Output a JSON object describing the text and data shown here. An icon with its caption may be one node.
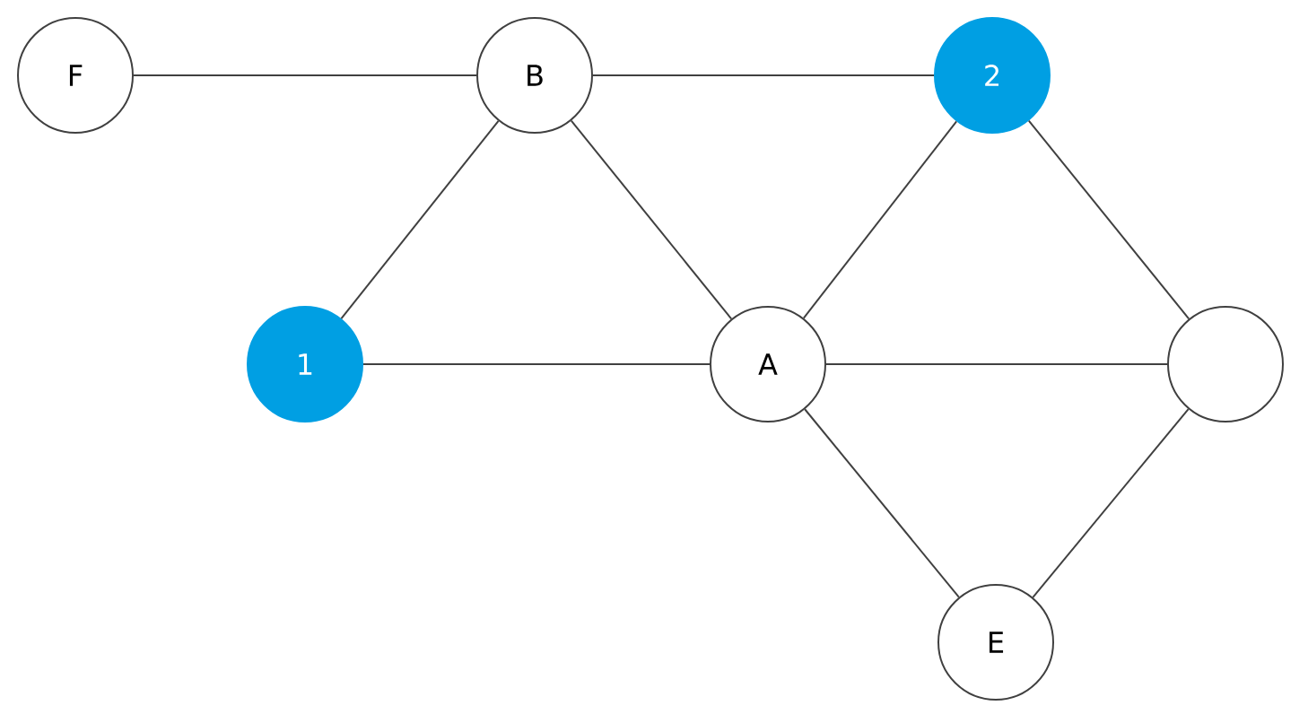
{
  "diagram": {
    "nodes": [
      {
        "text": [
          "F"
        ]
      },
      {
        "text": [
          "B"
        ]
      },
      {
        "text": [
          "2"
        ]
      },
      {
        "text": [
          "1"
        ]
      },
      {
        "text": [
          "A"
        ]
      },
      {
        "text": [],
        "shape": "circle"
      },
      {
        "text": [
          "E"
        ]
      }
    ],
    "edges": [
      {
        "from": 0,
        "to": 1,
        "arrow": "none"
      },
      {
        "from": 1,
        "to": 2,
        "arrow": "none"
      },
      {
        "from": 1,
        "to": 3,
        "arrow": "none"
      },
      {
        "from": 1,
        "to": 4,
        "arrow": "none"
      },
      {
        "from": 3,
        "to": 4,
        "arrow": "none"
      },
      {
        "from": 4,
        "to": 2,
        "arrow": "none"
      },
      {
        "from": 4,
        "to": 5,
        "arrow": "none"
      },
      {
        "from": 2,
        "to": 5,
        "arrow": "none"
      },
      {
        "from": 4,
        "to": 6,
        "arrow": "none"
      },
      {
        "from": 5,
        "to": 6,
        "arrow": "none"
      }
    ]
  }
}
